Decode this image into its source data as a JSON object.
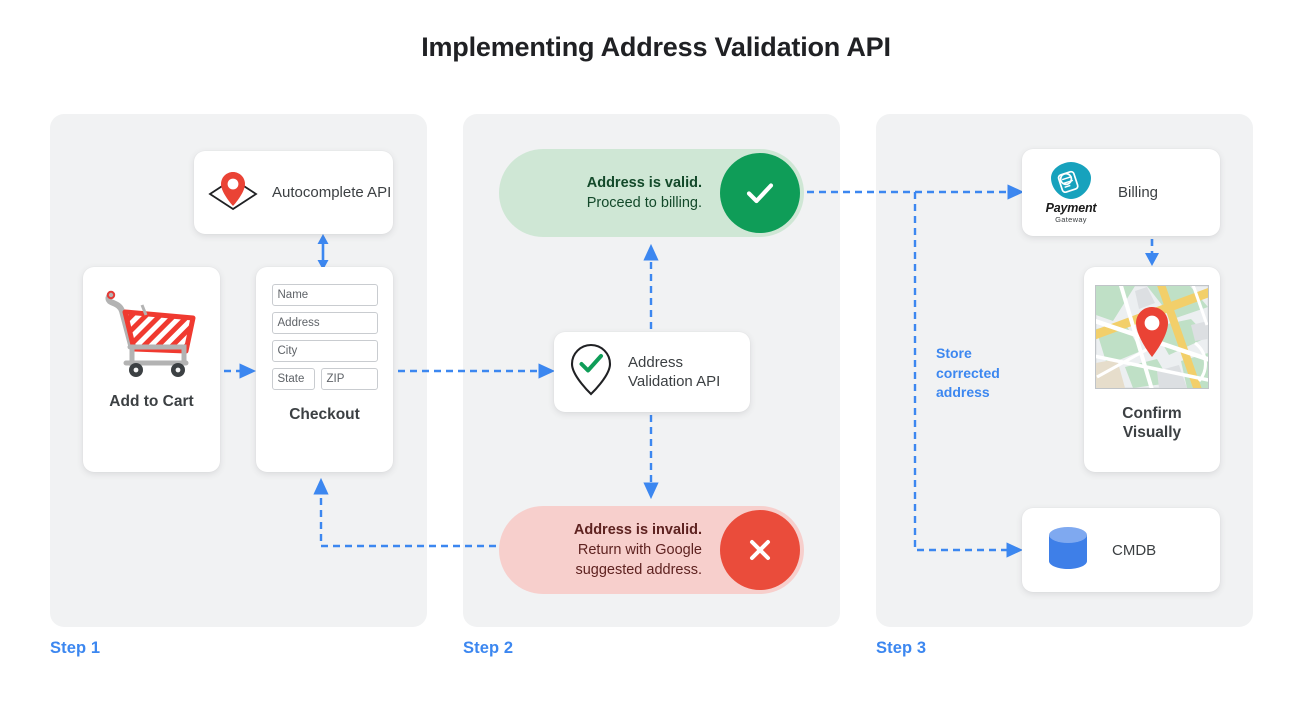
{
  "page": {
    "title": "Implementing Address Validation API",
    "background": "#ffffff",
    "accent_blue": "#3c87f0",
    "panel_bg": "#f1f2f3"
  },
  "steps": [
    {
      "label": "Step 1"
    },
    {
      "label": "Step 2"
    },
    {
      "label": "Step 3"
    }
  ],
  "step1": {
    "autocomplete_card": {
      "icon": "map-pin-diamond-icon",
      "label": "Autocomplete API"
    },
    "add_to_cart_card": {
      "icon": "shopping-cart-icon",
      "caption": "Add to Cart"
    },
    "checkout_card": {
      "caption": "Checkout",
      "fields": [
        {
          "name": "name-field",
          "placeholder": "Name"
        },
        {
          "name": "address-field",
          "placeholder": "Address"
        },
        {
          "name": "city-field",
          "placeholder": "City"
        },
        {
          "name": "state-field",
          "placeholder": "State"
        },
        {
          "name": "zip-field",
          "placeholder": "ZIP"
        }
      ]
    }
  },
  "step2": {
    "valid_pill": {
      "line1": "Address is valid.",
      "line2": "Proceed to billing.",
      "bg": "#cfe7d5",
      "text_color": "#13492a",
      "badge_color": "#0f9d58",
      "badge_icon": "check-icon"
    },
    "invalid_pill": {
      "line1": "Address is invalid.",
      "line2": "Return with Google",
      "line3": "suggested address.",
      "bg": "#f7cfcc",
      "text_color": "#5e2220",
      "badge_color": "#ea4c3b",
      "badge_icon": "close-x-icon"
    },
    "validation_card": {
      "icon": "pin-check-icon",
      "label_line1": "Address",
      "label_line2": "Validation API"
    }
  },
  "step3": {
    "billing_card": {
      "logo_line1": "Payment",
      "logo_line2": "Gateway",
      "logo_color": "#17a2bd",
      "label": "Billing"
    },
    "confirm_card": {
      "icon": "map-thumbnail-icon",
      "caption_line1": "Confirm",
      "caption_line2": "Visually"
    },
    "cmdb_card": {
      "icon": "database-cylinder-icon",
      "label": "CMDB"
    },
    "store_note": {
      "line1": "Store",
      "line2": "corrected",
      "line3": "address"
    }
  },
  "connectors": {
    "color": "#3c87f0",
    "style": "dashed",
    "items": [
      {
        "name": "cart-to-checkout",
        "style": "dashed"
      },
      {
        "name": "autocomplete-checkout-duplex",
        "style": "solid"
      },
      {
        "name": "checkout-to-validation",
        "style": "dashed"
      },
      {
        "name": "validation-to-valid",
        "style": "dashed"
      },
      {
        "name": "validation-to-invalid",
        "style": "dashed"
      },
      {
        "name": "invalid-back-to-checkout",
        "style": "dashed"
      },
      {
        "name": "valid-to-billing",
        "style": "dashed"
      },
      {
        "name": "billing-to-confirm",
        "style": "solid"
      },
      {
        "name": "store-to-cmdb",
        "style": "dashed"
      }
    ]
  }
}
